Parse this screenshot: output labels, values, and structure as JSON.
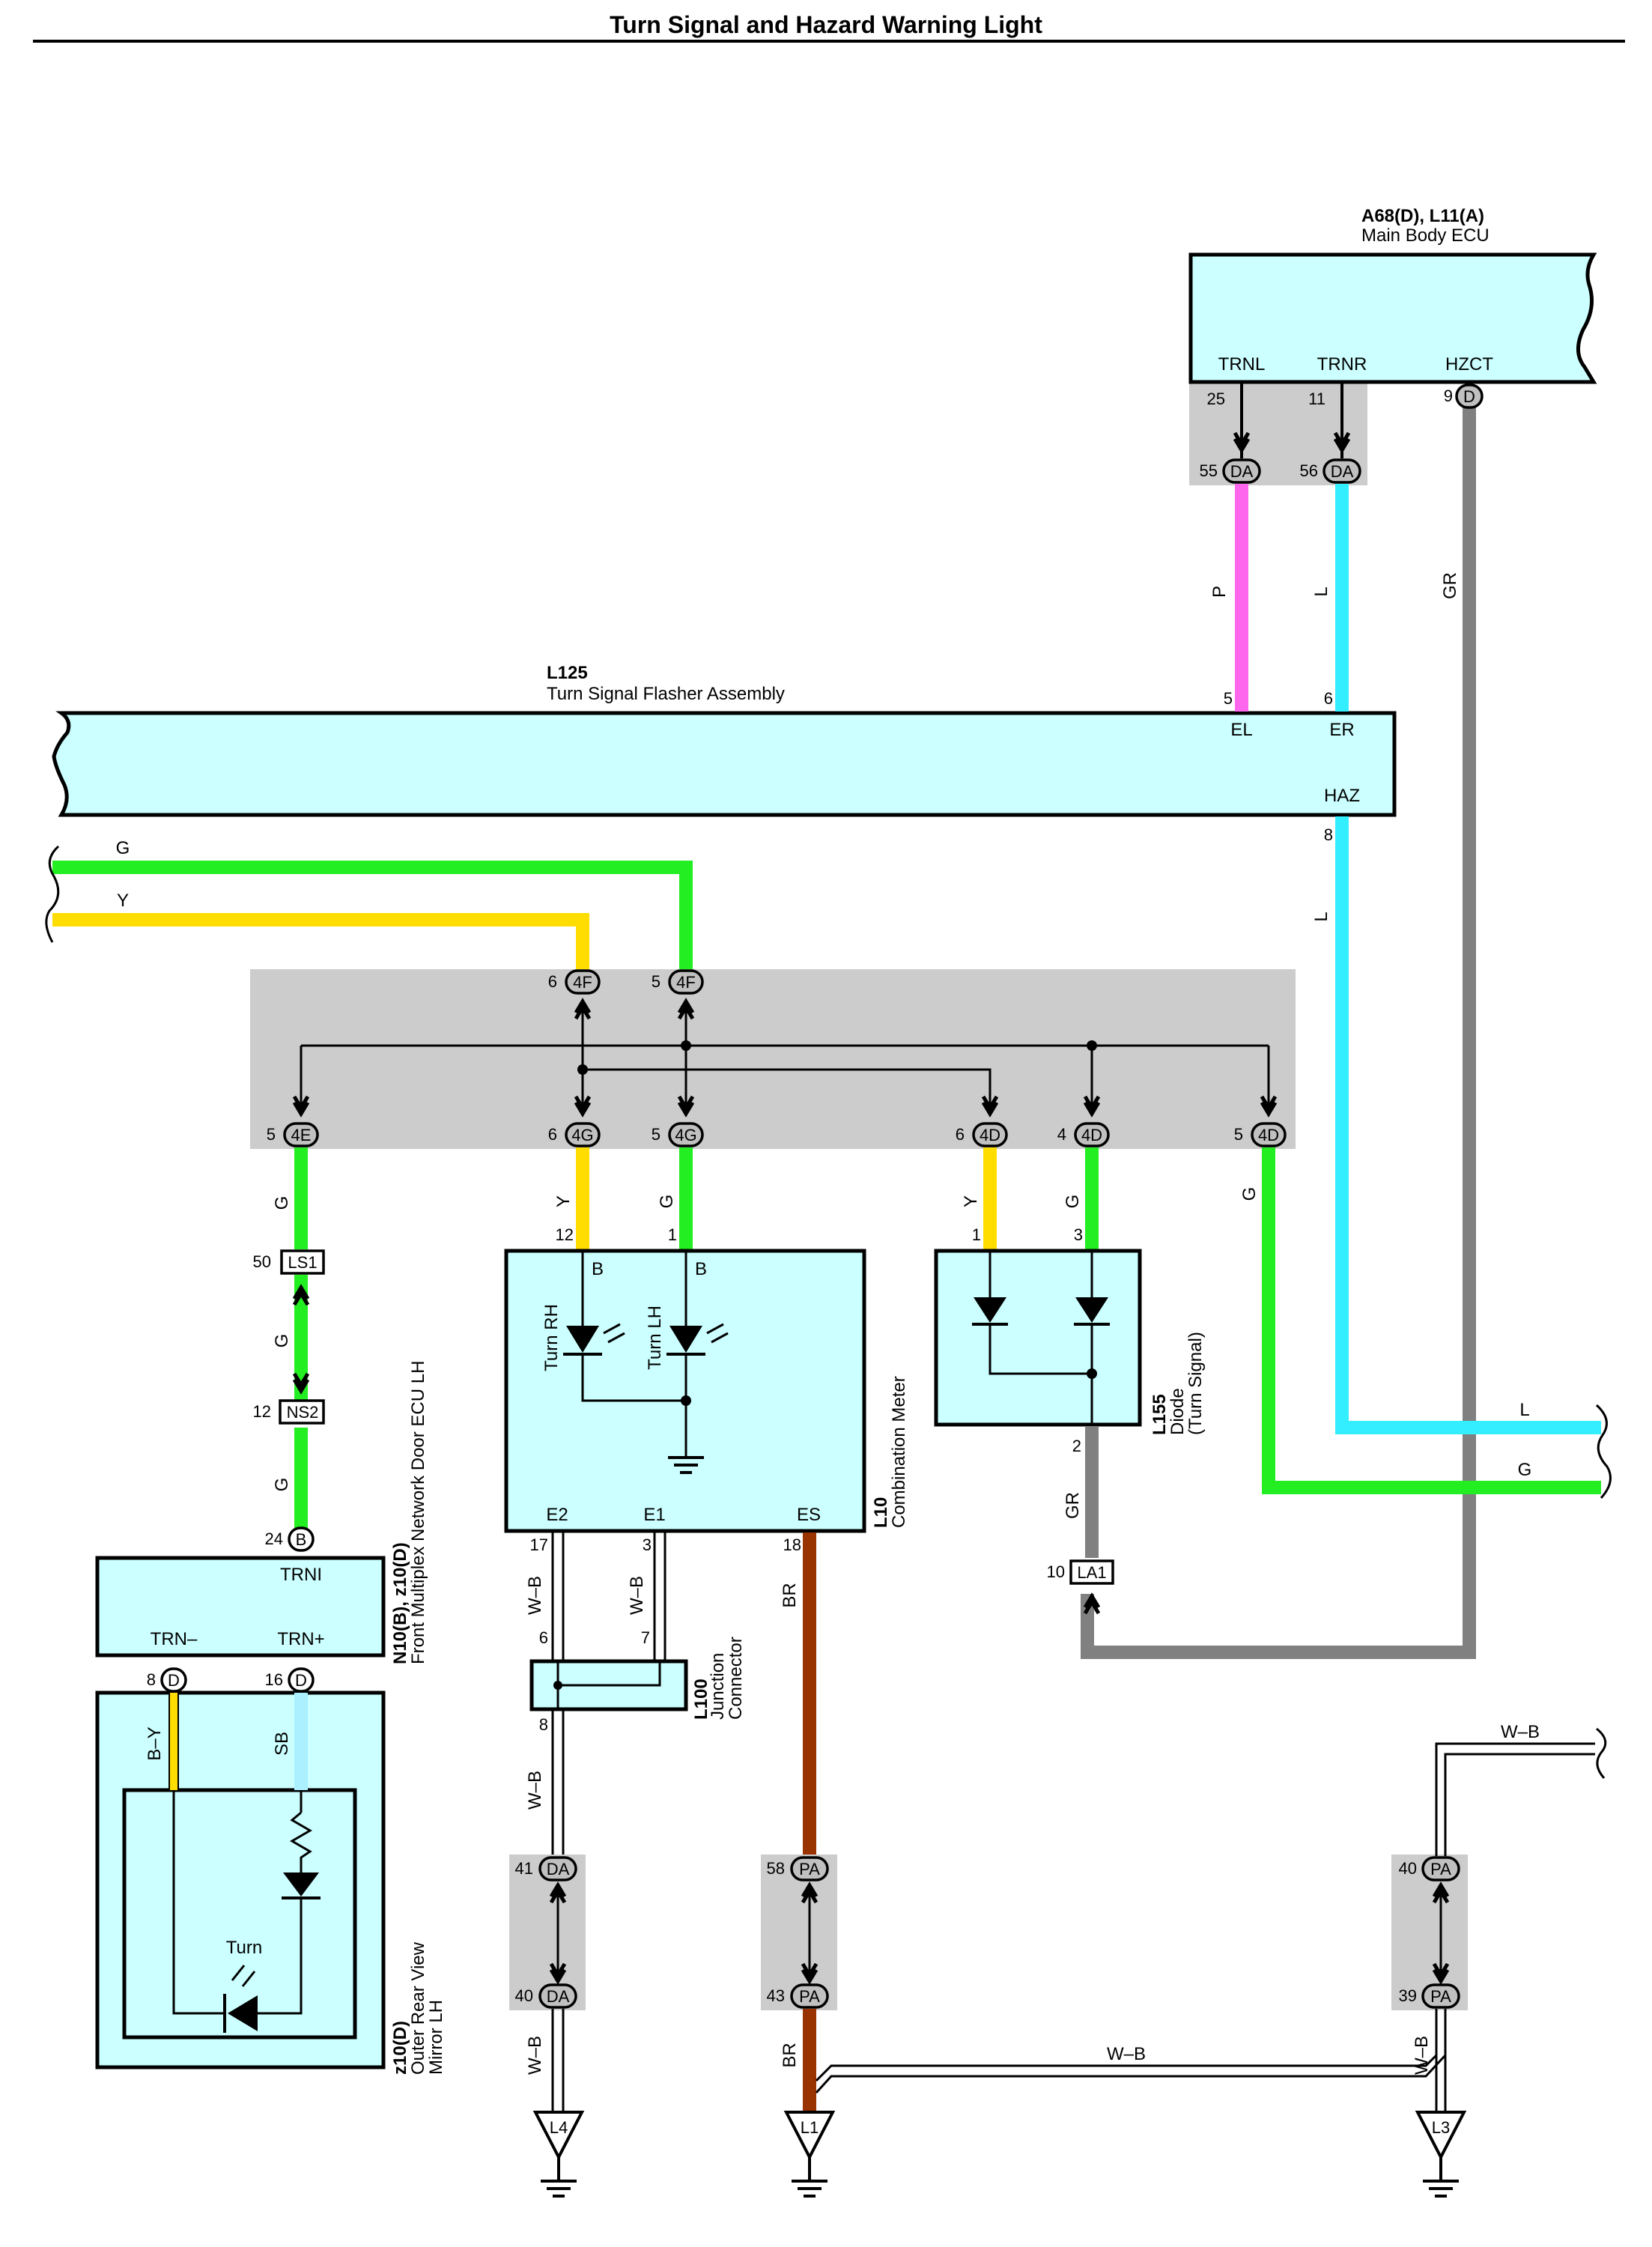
{
  "title": "Turn Signal and Hazard Warning Light",
  "colors": {
    "green": "#22ee22",
    "yellow": "#ffdd00",
    "cyan": "#33eeff",
    "pink": "#ff66ee",
    "gray": "#808080",
    "brown": "#993300",
    "sky_blue": "#aaf0ff",
    "body_fill": "#ccffff",
    "connector_block": "#cccccc"
  },
  "components": {
    "ecu": {
      "id": "A68(D), L11(A)",
      "name": "Main Body ECU",
      "pins": {
        "trnl": "TRNL",
        "trnr": "TRNR",
        "hzct": "HZCT"
      }
    },
    "flasher": {
      "id": "L125",
      "name": "Turn Signal Flasher Assembly",
      "pins": {
        "el": "EL",
        "er": "ER",
        "haz": "HAZ"
      }
    },
    "meter": {
      "id": "L10",
      "name": "Combination Meter",
      "pins": {
        "b1": "B",
        "b2": "B",
        "e2": "E2",
        "e1": "E1",
        "es": "ES"
      },
      "lamps": {
        "rh": "Turn RH",
        "lh": "Turn LH"
      }
    },
    "diode": {
      "id": "L155",
      "name": "Diode",
      "sub": "(Turn Signal)"
    },
    "door_ecu": {
      "id": "N10(B), z10(D)",
      "name": "Front Multiplex Network Door ECU LH",
      "pins": {
        "trni": "TRNI",
        "trn_minus": "TRN–",
        "trn_plus": "TRN+"
      }
    },
    "mirror": {
      "id": "z10(D)",
      "name": "Outer Rear View",
      "name2": "Mirror LH",
      "lamp": "Turn"
    },
    "junction": {
      "id": "L100",
      "name": "Junction",
      "name2": "Connector"
    }
  },
  "connectors": {
    "da": "DA",
    "pa": "PA",
    "d": "D",
    "b": "B",
    "c4f": "4F",
    "c4e": "4E",
    "c4g": "4G",
    "c4d": "4D",
    "ls1": "LS1",
    "ns2": "NS2",
    "la1": "LA1"
  },
  "pins": {
    "ecu_trnl": "25",
    "ecu_trnr": "11",
    "ecu_hzct": "9",
    "da_55": "55",
    "da_56": "56",
    "fl_el": "5",
    "fl_er": "6",
    "fl_haz": "8",
    "f4_y": "6",
    "f4_g": "5",
    "e4": "5",
    "g4_y": "6",
    "g4_g": "5",
    "d4_y": "6",
    "d4_g": "4",
    "d4_g2": "5",
    "m_12": "12",
    "m_1": "1",
    "m_17": "17",
    "m_3": "3",
    "m_18": "18",
    "d_1": "1",
    "d_3": "3",
    "d_2": "2",
    "ls1": "50",
    "ns2": "12",
    "la1": "10",
    "door_24": "24",
    "door_8": "8",
    "door_16": "16",
    "jc_6": "6",
    "jc_7": "7",
    "jc_8": "8",
    "da_41": "41",
    "da_40": "40",
    "pa_58": "58",
    "pa_43": "43",
    "pa_40": "40",
    "pa_39": "39"
  },
  "wire_colors": {
    "p": "P",
    "l": "L",
    "gr": "GR",
    "g": "G",
    "y": "Y",
    "by": "B–Y",
    "sb": "SB",
    "wb": "W–B",
    "br": "BR"
  },
  "grounds": {
    "l4": "L4",
    "l1": "L1",
    "l3": "L3"
  }
}
